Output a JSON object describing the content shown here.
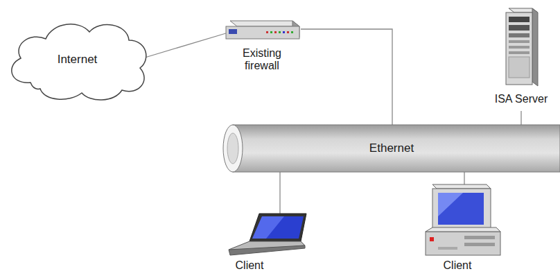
{
  "diagram": {
    "nodes": [
      {
        "text": [
          "Internet"
        ]
      },
      {
        "text": [
          "Existing firewall"
        ]
      },
      {
        "text": [
          "ISA Server"
        ]
      },
      {
        "text": [
          "Ethernet"
        ]
      },
      {
        "text": [
          "Client"
        ]
      },
      {
        "text": [
          "Client"
        ]
      }
    ],
    "edges": [
      {
        "from": 0,
        "to": 1,
        "arrow": "none"
      },
      {
        "from": 1,
        "to": 3,
        "arrow": "none"
      },
      {
        "from": 2,
        "to": 3,
        "arrow": "none"
      },
      {
        "from": 4,
        "to": 3,
        "arrow": "none"
      },
      {
        "from": 5,
        "to": 3,
        "arrow": "none"
      }
    ]
  }
}
